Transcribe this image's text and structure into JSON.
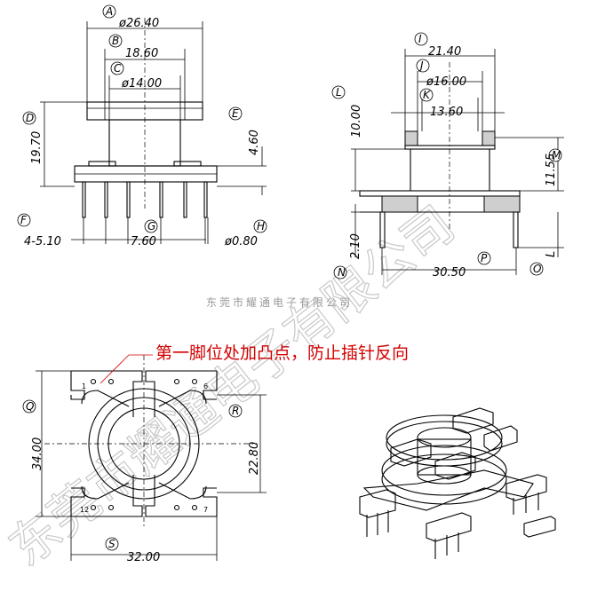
{
  "front_view": {
    "A": {
      "letter": "A",
      "value": "ø26.40"
    },
    "B": {
      "letter": "B",
      "value": "18.60"
    },
    "C": {
      "letter": "C",
      "value": "ø14.00"
    },
    "D": {
      "letter": "D",
      "value": "19.70"
    },
    "E": {
      "letter": "E",
      "value": "4.60"
    },
    "F": {
      "letter": "F",
      "value": "4-5.10"
    },
    "G": {
      "letter": "G",
      "value": "7.60"
    },
    "H": {
      "letter": "H",
      "value": "ø0.80"
    }
  },
  "side_view": {
    "I": {
      "letter": "I",
      "value": "21.40"
    },
    "J": {
      "letter": "J",
      "value": "ø16.00"
    },
    "K": {
      "letter": "K",
      "value": "13.60"
    },
    "L": {
      "letter": "L",
      "value": "10.00"
    },
    "M": {
      "letter": "M",
      "value": "11.55"
    },
    "N": {
      "letter": "N",
      "value": "2.10"
    },
    "O": {
      "letter": "O",
      "value": "L"
    },
    "P": {
      "letter": "P",
      "value": "30.50"
    }
  },
  "company_name": "东莞市耀通电子有限公司",
  "note": "第一脚位处加凸点，防止插针反向",
  "bottom_view": {
    "Q": {
      "letter": "Q",
      "value": "34.00"
    },
    "R": {
      "letter": "R",
      "value": "22.80"
    },
    "S": {
      "letter": "S",
      "value": "32.00"
    },
    "pin_labels": [
      "1",
      "6",
      "12",
      "7"
    ]
  },
  "watermark": "东莞市耀通电子有限公司",
  "colors": {
    "note": "#d40000",
    "watermark": "#c8c8c8",
    "company": "#9a9a9a",
    "hatch": "#cfcfcf"
  }
}
